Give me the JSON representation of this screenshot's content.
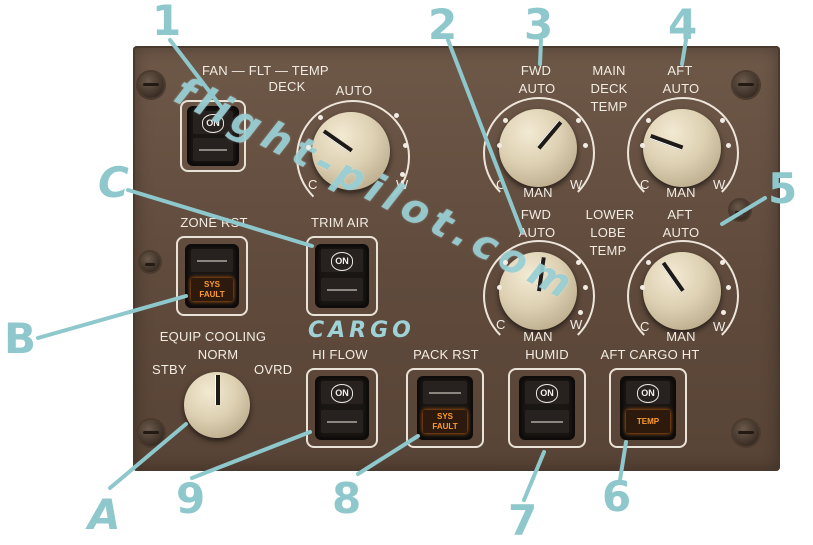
{
  "fan_panel": {
    "line1": "FAN — FLT — TEMP",
    "line2": "DECK",
    "auto": "AUTO",
    "c": "C",
    "w": "W"
  },
  "main_deck": {
    "fwd": "FWD",
    "main": "MAIN",
    "aft": "AFT",
    "deck": "DECK",
    "temp": "TEMP",
    "auto_left": "AUTO",
    "auto_right": "AUTO",
    "c_left": "C",
    "man_left": "MAN",
    "w_left": "W",
    "c_right": "C",
    "man_right": "MAN",
    "w_right": "W"
  },
  "lower_lobe": {
    "fwd": "FWD",
    "lower": "LOWER",
    "aft": "AFT",
    "lobe": "LOBE",
    "temp": "TEMP",
    "auto_left": "AUTO",
    "auto_right": "AUTO",
    "c_left": "C",
    "man_left": "MAN",
    "w_left": "W",
    "c_right": "C",
    "man_right": "MAN",
    "w_right": "W"
  },
  "switches": {
    "flt_deck": {
      "on": "ON"
    },
    "zone_rst": {
      "label": "ZONE RST",
      "fault": "SYS FAULT"
    },
    "trim_air": {
      "label": "TRIM AIR",
      "on": "ON"
    },
    "hi_flow": {
      "label": "HI FLOW",
      "on": "ON"
    },
    "pack_rst": {
      "label": "PACK RST",
      "fault": "SYS FAULT"
    },
    "humid": {
      "label": "HUMID",
      "on": "ON"
    },
    "aft_cargo_ht": {
      "label": "AFT CARGO HT",
      "on": "ON",
      "temp": "TEMP"
    }
  },
  "equip_cooling": {
    "label": "EQUIP COOLING",
    "norm": "NORM",
    "stby": "STBY",
    "ovrd": "OVRD"
  },
  "cargo_label": "CARGO",
  "watermark": "flight-pilot.com",
  "annotations": [
    "1",
    "2",
    "3",
    "4",
    "5",
    "C",
    "B",
    "A",
    "9",
    "8",
    "7",
    "6"
  ],
  "colors": {
    "panel": "#6a5444",
    "annotation": "#8ec8cc",
    "fault": "#ff9b2b"
  }
}
